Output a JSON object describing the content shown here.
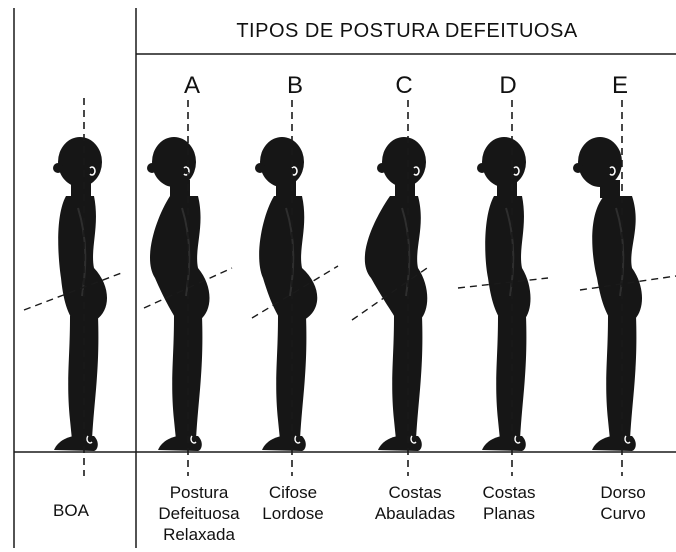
{
  "header": {
    "title": "TIPOS DE POSTURA DEFEITUOSA"
  },
  "columns": [
    {
      "id": "good",
      "letter": "",
      "caption": "BOA"
    },
    {
      "id": "a",
      "letter": "A",
      "caption": "Postura\nDefeituosa\nRelaxada"
    },
    {
      "id": "b",
      "letter": "B",
      "caption": "Cifose\nLordose"
    },
    {
      "id": "c",
      "letter": "C",
      "caption": "Costas\nAbauladas"
    },
    {
      "id": "d",
      "letter": "D",
      "caption": "Costas\nPlanas"
    },
    {
      "id": "e",
      "letter": "E",
      "caption": "Dorso\nCurvo"
    }
  ],
  "colors": {
    "figure": "#161616",
    "lines": "#1a1a1a",
    "background": "#ffffff"
  }
}
